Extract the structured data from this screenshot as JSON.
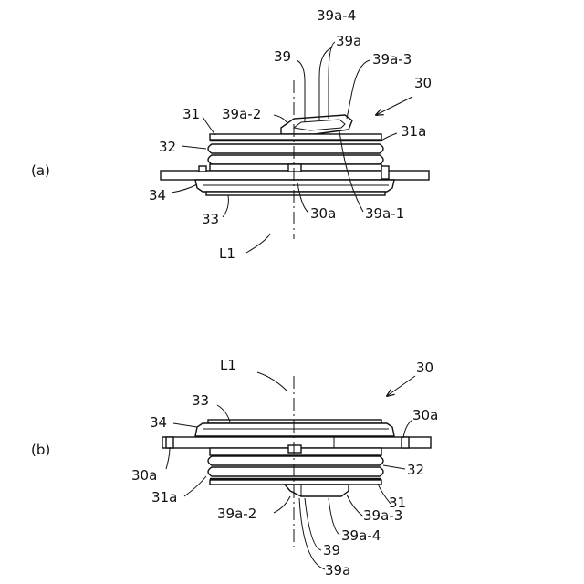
{
  "panel_a": {
    "panel_label": "(a)",
    "labels": {
      "p30": "30",
      "p31": "31",
      "p31a": "31a",
      "p32": "32",
      "p33": "33",
      "p34": "34",
      "p30a": "30a",
      "p39": "39",
      "p39a": "39a",
      "p39a1": "39a-1",
      "p39a2": "39a-2",
      "p39a3": "39a-3",
      "p39a4": "39a-4",
      "axis": "L1"
    }
  },
  "panel_b": {
    "panel_label": "(b)",
    "labels": {
      "p30": "30",
      "p30a_right": "30a",
      "p30a_left": "30a",
      "p31": "31",
      "p31a": "31a",
      "p32": "32",
      "p33": "33",
      "p34": "34",
      "p39": "39",
      "p39a": "39a",
      "p39a2": "39a-2",
      "p39a3": "39a-3",
      "p39a4": "39a-4",
      "axis": "L1"
    }
  }
}
